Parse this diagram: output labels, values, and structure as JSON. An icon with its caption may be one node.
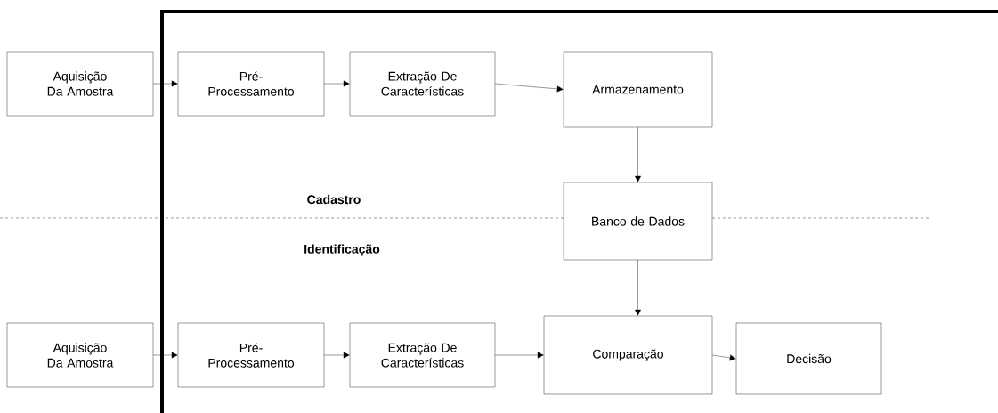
{
  "diagram": {
    "nodes": [
      {
        "text": [
          "Aquisição Da Amostra"
        ]
      },
      {
        "text": [
          "Pré- Processamento"
        ]
      },
      {
        "text": [
          "Extração De Características"
        ]
      },
      {
        "text": [
          "Armazenamento"
        ]
      },
      {
        "text": [
          "Banco de Dados"
        ]
      },
      {
        "text": [
          "Aquisição Da Amostra"
        ]
      },
      {
        "text": [
          "Pré- Processamento"
        ]
      },
      {
        "text": [
          "Extração De Características"
        ]
      },
      {
        "text": [
          "Comparação"
        ]
      },
      {
        "text": [
          "Decisão"
        ]
      }
    ],
    "edges": [
      {
        "from": 0,
        "to": 1,
        "arrow": "to"
      },
      {
        "from": 1,
        "to": 2,
        "arrow": "to"
      },
      {
        "from": 2,
        "to": 3,
        "arrow": "to"
      },
      {
        "from": 3,
        "to": 4,
        "arrow": "to"
      },
      {
        "from": 4,
        "to": 8,
        "arrow": "to"
      },
      {
        "from": 5,
        "to": 6,
        "arrow": "to"
      },
      {
        "from": 6,
        "to": 7,
        "arrow": "to"
      },
      {
        "from": 7,
        "to": 8,
        "arrow": "to"
      },
      {
        "from": 8,
        "to": 9,
        "arrow": "to"
      }
    ],
    "labels": [
      "Cadastro",
      "Identificação"
    ]
  }
}
